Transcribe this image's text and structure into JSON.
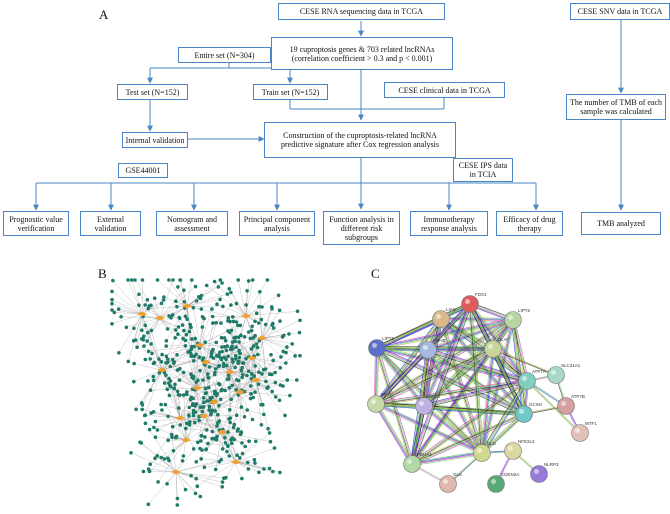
{
  "panel_labels": {
    "a": "A",
    "b": "B",
    "c": "C"
  },
  "flowchart": {
    "rna": "CESE RNA sequencing data in TCGA",
    "snv": "CESE SNV data in TCGA",
    "genes": "19 cuproptosis genes & 703 related lncRNAs (correlation coefficient > 0.3 and p < 0.001)",
    "entire": "Entire set (N=304)",
    "test": "Test set (N=152)",
    "train": "Train set (N=152)",
    "clinical": "CESE clinical data in TCGA",
    "tmb_count": "The number of TMB of each sample was calculated",
    "internal": "Internal validation",
    "construction": "Construction of the cuproptosis-related lncRNA predictive signature after Cox regression analysis",
    "geo": "GSE44001",
    "ips": "CESE IPS data in TCIA",
    "prognostic": "Prognostic value verification",
    "external": "External validation",
    "nomogram": "Nomogram and assessment",
    "pca": "Principal component analysis",
    "function": "Function analysis in different risk subgroups",
    "immuno": "Immunotherapy response analysis",
    "drug": "Efficacy of drug therapy",
    "tmb": "TMB analyzed"
  },
  "network_c": {
    "nodes": [
      {
        "id": "FDX1",
        "color": "#e05c5c"
      },
      {
        "id": "LIAS",
        "color": "#d9b98a"
      },
      {
        "id": "LIPT2",
        "color": "#b8d4a0"
      },
      {
        "id": "LIPT1",
        "color": "#5b6fc8"
      },
      {
        "id": "PDHB",
        "color": "#a4b8e0"
      },
      {
        "id": "DLAT",
        "color": "#c8d49a"
      },
      {
        "id": "SLC31A1",
        "color": "#a8d8c8"
      },
      {
        "id": "ATP7A",
        "color": "#7fd0c0"
      },
      {
        "id": "ATP7B",
        "color": "#d4a0a0"
      },
      {
        "id": "MTF1",
        "color": "#e0c0b8"
      },
      {
        "id": "DBT",
        "color": "#c8d8a8"
      },
      {
        "id": "DLST",
        "color": "#c0b0e0"
      },
      {
        "id": "GCSH",
        "color": "#70c8c8"
      },
      {
        "id": "PDHA1",
        "color": "#b0d8a8"
      },
      {
        "id": "DLD",
        "color": "#d0d890"
      },
      {
        "id": "NFE2L2",
        "color": "#d8d8a0"
      },
      {
        "id": "NLRP3",
        "color": "#9878d8"
      },
      {
        "id": "GLS",
        "color": "#e0b8b0"
      },
      {
        "id": "CDKN2A",
        "color": "#58a878"
      }
    ]
  }
}
